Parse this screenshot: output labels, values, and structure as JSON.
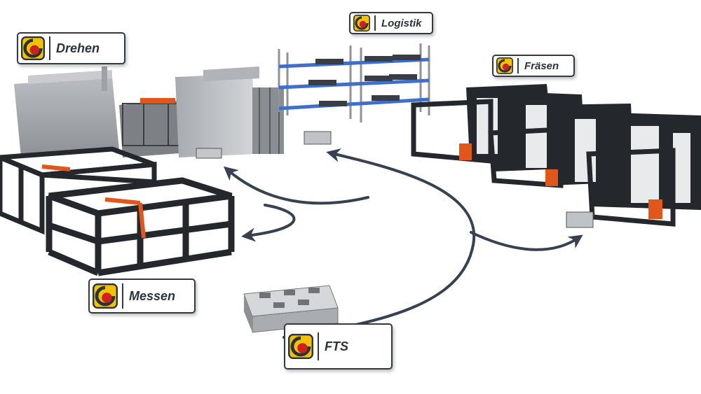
{
  "stations": {
    "drehen": {
      "label": "Drehen"
    },
    "logistik": {
      "label": "Logistik"
    },
    "fraesen": {
      "label": "Fräsen"
    },
    "messen": {
      "label": "Messen"
    },
    "fts": {
      "label": "FTS"
    }
  },
  "colors": {
    "logo_yellow": "#f2c200",
    "logo_red": "#d01f1f",
    "logo_dark": "#2b323c",
    "arrow": "#37414f",
    "rack_beam": "#3f6fc9",
    "machine_orange": "#e0561b",
    "frame_dark": "#24282d"
  },
  "icons": [
    "company-logo-icon",
    "flow-arrow"
  ]
}
